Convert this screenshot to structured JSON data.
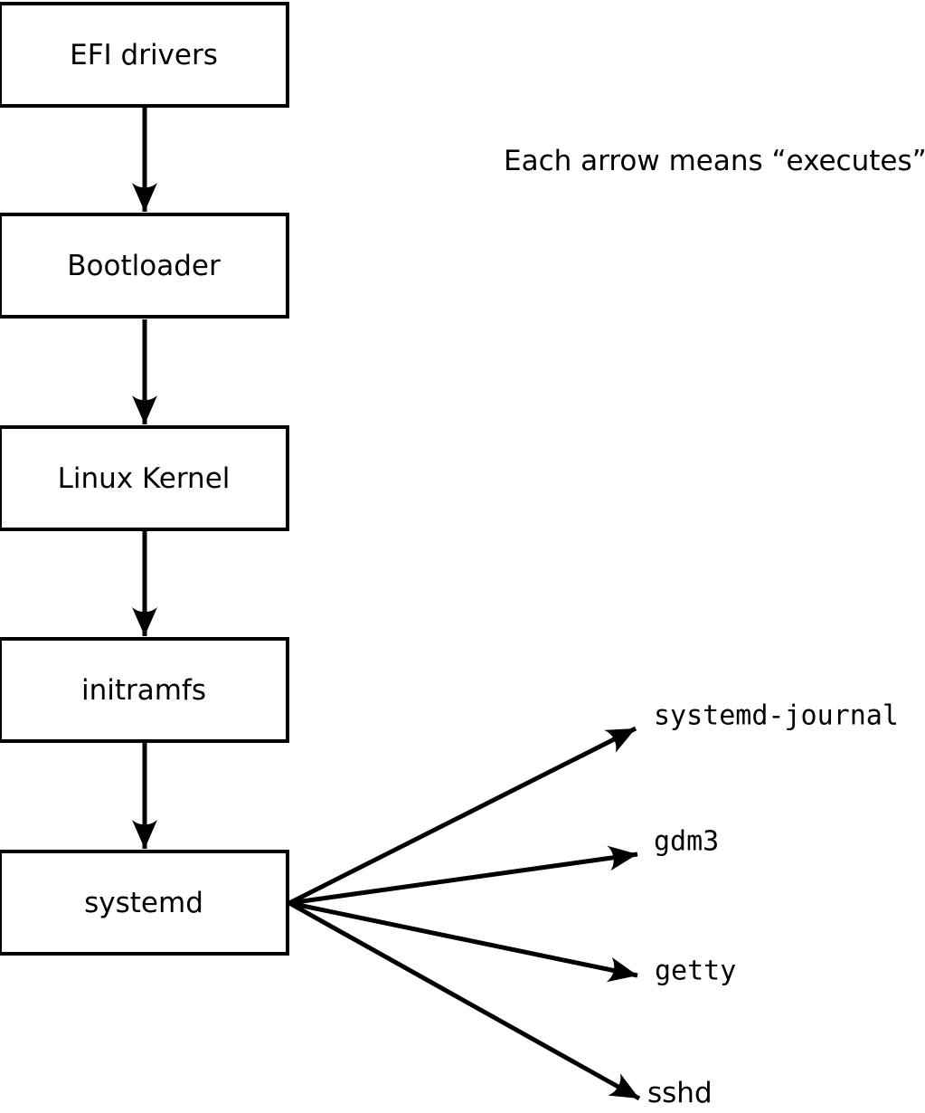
{
  "diagram": {
    "caption": "Each arrow means “executes”.",
    "chain": [
      {
        "label": "EFI drivers"
      },
      {
        "label": "Bootloader"
      },
      {
        "label": "Linux Kernel"
      },
      {
        "label": "initramfs"
      },
      {
        "label": "systemd"
      }
    ],
    "targets": [
      {
        "label": "systemd-journal"
      },
      {
        "label": "gdm3"
      },
      {
        "label": "getty"
      },
      {
        "label": "sshd"
      }
    ],
    "colors": {
      "foreground": "#000000",
      "background": "#ffffff"
    }
  }
}
